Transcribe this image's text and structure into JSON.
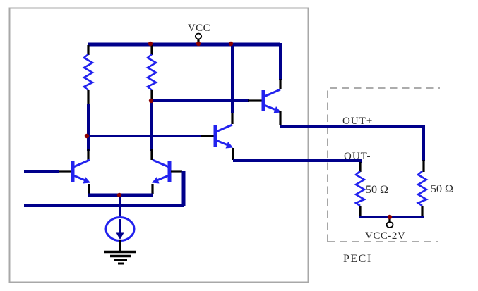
{
  "diagram": {
    "title_hint": "ECL output driver with PECI termination",
    "labels": {
      "vcc": "VCC",
      "out_plus": "OUT+",
      "out_minus": "OUT-",
      "term_resistor_left": "50 Ω",
      "term_resistor_right": "50 Ω",
      "vcc_minus_2v": "VCC-2V",
      "peci": "PECI"
    },
    "colors": {
      "wire": "#00008B",
      "component": "#2222EE",
      "junction_dot": "#8A0000",
      "component_lead": "#000000",
      "label_text": "#2b2b2b",
      "solid_box_border": "#a8a8a8",
      "dashed_box_border": "#909090"
    }
  }
}
